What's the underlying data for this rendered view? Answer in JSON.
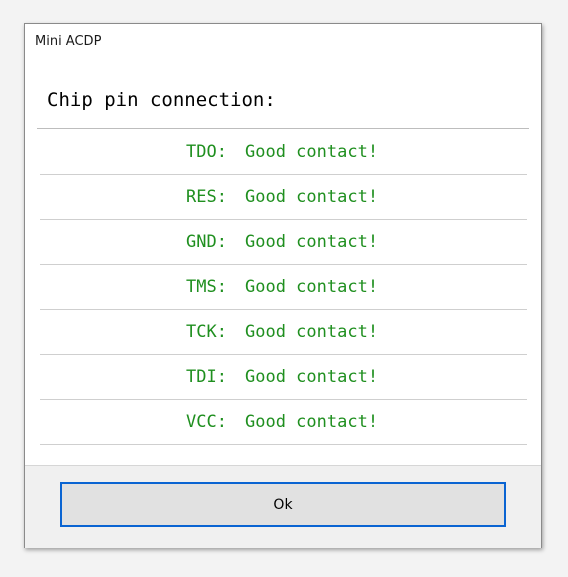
{
  "window": {
    "title": "Mini ACDP"
  },
  "heading": "Chip pin connection:",
  "status_color": "#1f8f1f",
  "pins": [
    {
      "label": "TDO:",
      "status": "Good contact!"
    },
    {
      "label": "RES:",
      "status": "Good contact!"
    },
    {
      "label": "GND:",
      "status": "Good contact!"
    },
    {
      "label": "TMS:",
      "status": "Good contact!"
    },
    {
      "label": "TCK:",
      "status": "Good contact!"
    },
    {
      "label": "TDI:",
      "status": "Good contact!"
    },
    {
      "label": "VCC:",
      "status": "Good contact!"
    }
  ],
  "footer": {
    "ok_label": "Ok"
  }
}
